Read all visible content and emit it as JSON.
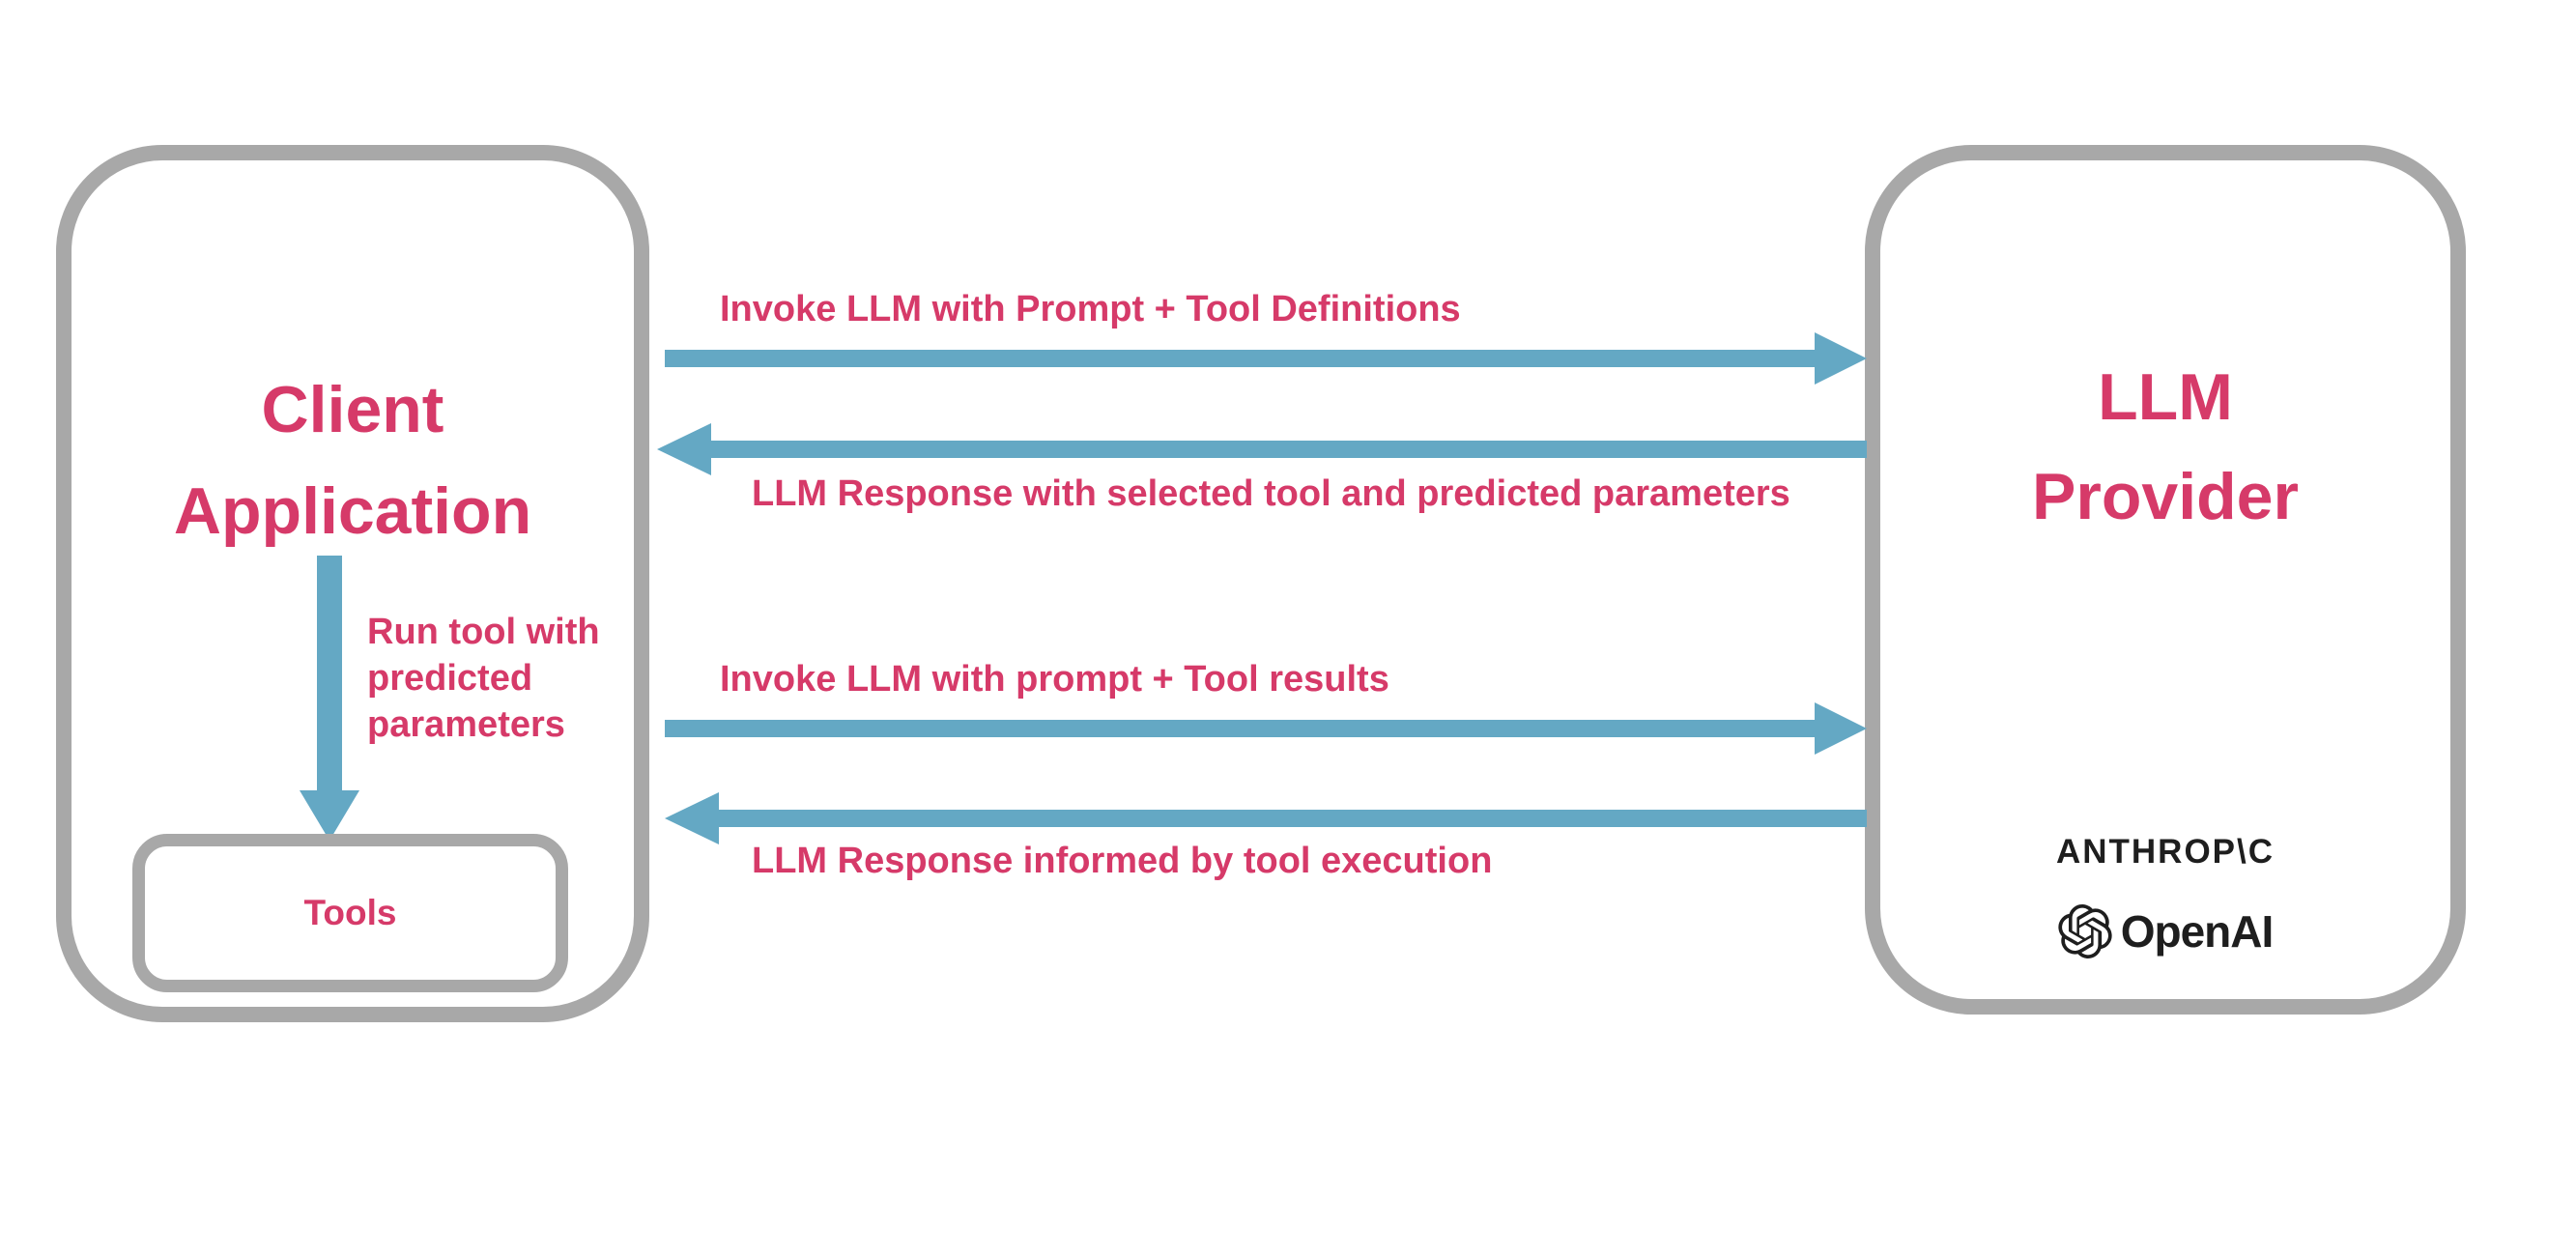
{
  "diagram": {
    "client": {
      "title_line1": "Client",
      "title_line2": "Application",
      "run_tool_label": "Run tool with predicted parameters",
      "tools_label": "Tools"
    },
    "llm_provider": {
      "title_line1": "LLM",
      "title_line2": "Provider",
      "anthropic_wordmark": "ANTHROP\\C",
      "openai_wordmark": "OpenAI"
    },
    "flows": [
      {
        "direction": "right",
        "label": "Invoke LLM with Prompt + Tool Definitions"
      },
      {
        "direction": "left",
        "label": "LLM Response with selected tool and predicted parameters"
      },
      {
        "direction": "right",
        "label": "Invoke LLM with prompt + Tool results"
      },
      {
        "direction": "left",
        "label": "LLM Response informed by tool execution"
      },
      {
        "direction": "down",
        "label": "Run tool with predicted parameters"
      }
    ],
    "colors": {
      "accent_pink": "#d63a69",
      "arrow_blue": "#64a8c4",
      "border_gray": "#a8a8a8",
      "logo_black": "#1e1e1e"
    }
  }
}
